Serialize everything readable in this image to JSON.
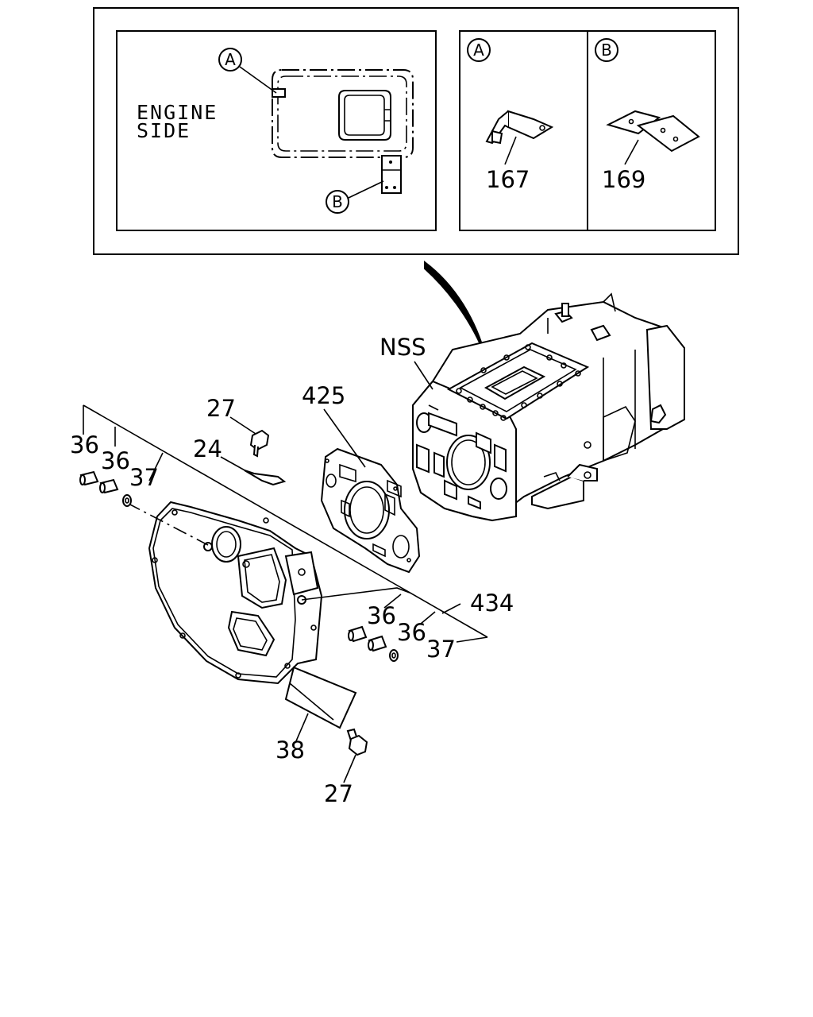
{
  "inset": {
    "engine_side_line1": "ENGINE",
    "engine_side_line2": "SIDE",
    "detail_a_letter": "A",
    "detail_b_letter": "B"
  },
  "labels": {
    "part_167": "167",
    "part_169": "169",
    "nss": "NSS",
    "part_425": "425",
    "part_27_top": "27",
    "part_24": "24",
    "part_36_a": "36",
    "part_36_b": "36",
    "part_37_a": "37",
    "part_36_c": "36",
    "part_36_d": "36",
    "part_37_b": "37",
    "part_434": "434",
    "part_38": "38",
    "part_27_bottom": "27"
  }
}
